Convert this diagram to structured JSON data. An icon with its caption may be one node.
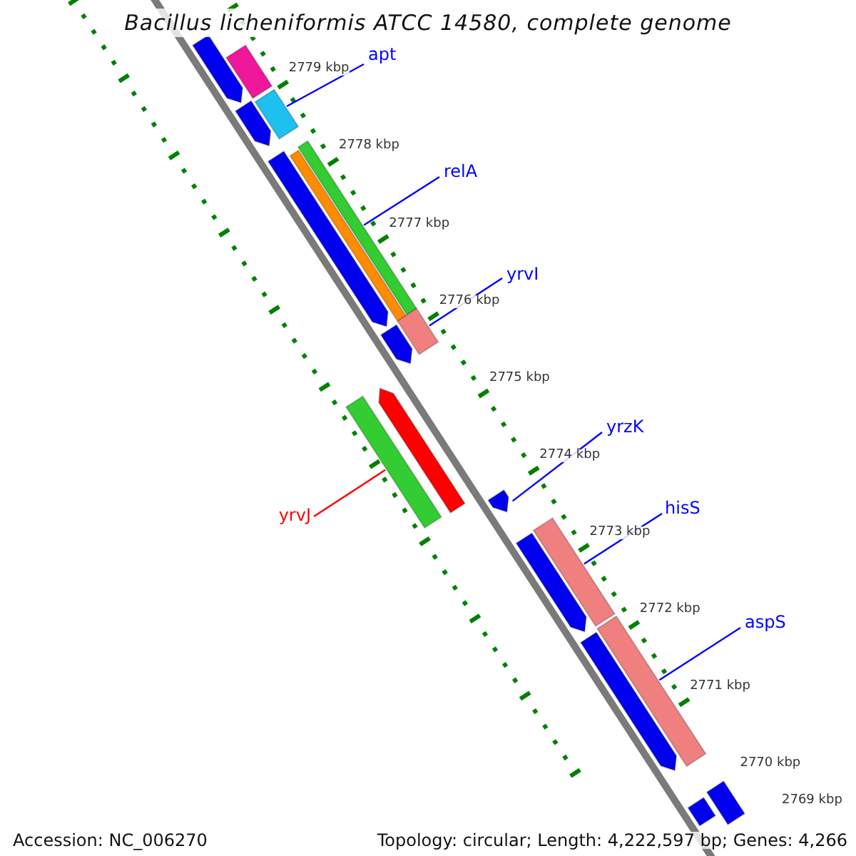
{
  "diagram": {
    "title": "Bacillus licheniformis ATCC 14580, complete genome",
    "nodes": [
      {
        "text": [
          "apt"
        ]
      },
      {
        "text": [
          "relA"
        ]
      },
      {
        "text": [
          "yrvI"
        ]
      },
      {
        "text": [
          "yrzK"
        ]
      },
      {
        "text": [
          "hisS"
        ]
      },
      {
        "text": [
          "aspS"
        ]
      },
      {
        "text": [
          "yrvJ"
        ]
      },
      {
        "text": [],
        "shape": "bar"
      },
      {
        "text": [],
        "shape": "bar"
      },
      {
        "text": [],
        "shape": "bar"
      },
      {
        "text": [],
        "shape": "bar"
      },
      {
        "text": [],
        "shape": "bar"
      },
      {
        "text": [],
        "shape": "bar"
      },
      {
        "text": [],
        "shape": "bar"
      },
      {
        "text": [],
        "shape": "bar"
      },
      {
        "text": [],
        "shape": "bar"
      },
      {
        "text": [],
        "shape": "bar"
      },
      {
        "text": [],
        "shape": "bar"
      },
      {
        "text": [],
        "shape": "bar"
      },
      {
        "text": [],
        "shape": "bar"
      },
      {
        "text": [],
        "shape": "bar"
      },
      {
        "text": [],
        "shape": "bar"
      },
      {
        "text": [],
        "shape": "bar"
      },
      {
        "text": [],
        "shape": "bar"
      },
      {
        "text": [],
        "shape": "bar"
      }
    ],
    "edges": [
      {
        "from": 0,
        "to": 7,
        "arrow": "none"
      },
      {
        "from": 1,
        "to": 8,
        "arrow": "none"
      },
      {
        "from": 2,
        "to": 9,
        "arrow": "none"
      },
      {
        "from": 3,
        "to": 10,
        "arrow": "none"
      },
      {
        "from": 4,
        "to": 11,
        "arrow": "none"
      },
      {
        "from": 5,
        "to": 12,
        "arrow": "none"
      },
      {
        "from": 6,
        "to": 13,
        "arrow": "none",
        "color": "#ff0000"
      }
    ],
    "labels": [
      "2779 kbp",
      "2778 kbp",
      "2777 kbp",
      "2776 kbp",
      "2775 kbp",
      "2774 kbp",
      "2773 kbp",
      "2772 kbp",
      "2771 kbp",
      "2770 kbp",
      "2769 kbp",
      "Accession: NC_006270",
      "Topology: circular; Length: 4,222,597 bp; Genes: 4,266"
    ]
  }
}
